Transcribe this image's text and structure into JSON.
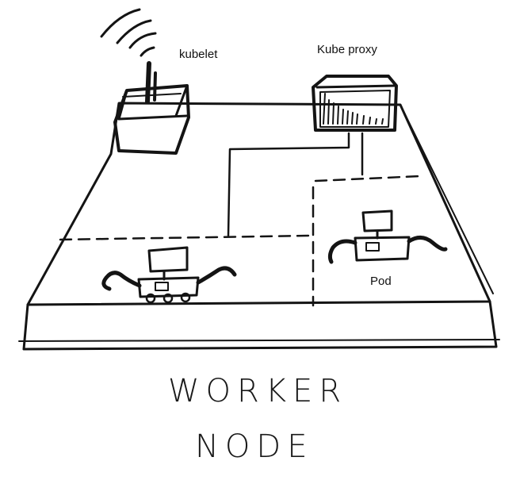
{
  "labels": {
    "kubelet": "kubelet",
    "kube_proxy": "Kube proxy",
    "pod": "Pod"
  },
  "caption": {
    "line1": "WORKER",
    "line2": "NODE"
  },
  "colors": {
    "ink": "#141414",
    "paper": "#ffffff"
  },
  "icons": [
    "kubelet-box-icon",
    "wifi-signal-icon",
    "kube-proxy-box-icon",
    "robot-icon"
  ]
}
